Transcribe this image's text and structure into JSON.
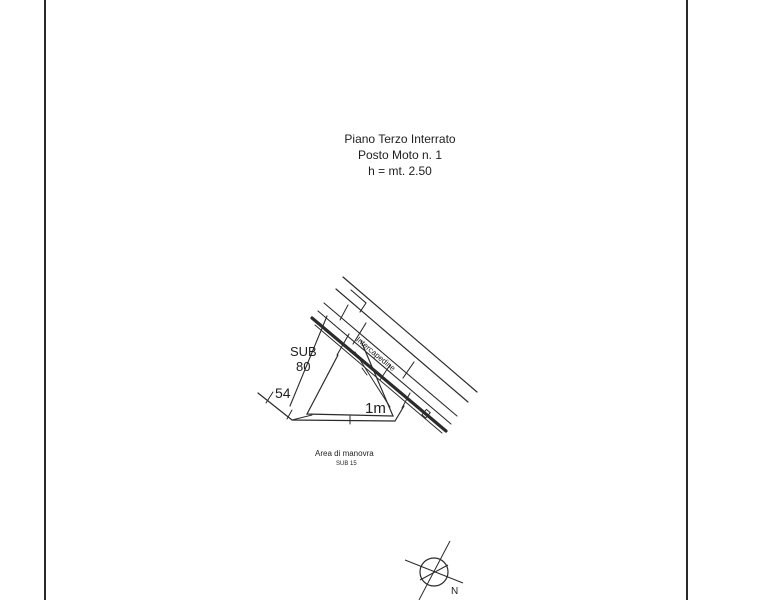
{
  "header": {
    "floor": "Piano Terzo Interrato",
    "unit": "Posto Moto n. 1",
    "height": "h = mt. 2.50"
  },
  "plan": {
    "neighbor_label_line1": "SUB",
    "neighbor_label_line2": "80",
    "side_label": "54",
    "dimension_label": "1m",
    "cavity_label": "Intercapedine",
    "area_label": "Area di manovra",
    "area_sub_label": "SUB 15"
  },
  "compass": {
    "north_label": "N"
  }
}
